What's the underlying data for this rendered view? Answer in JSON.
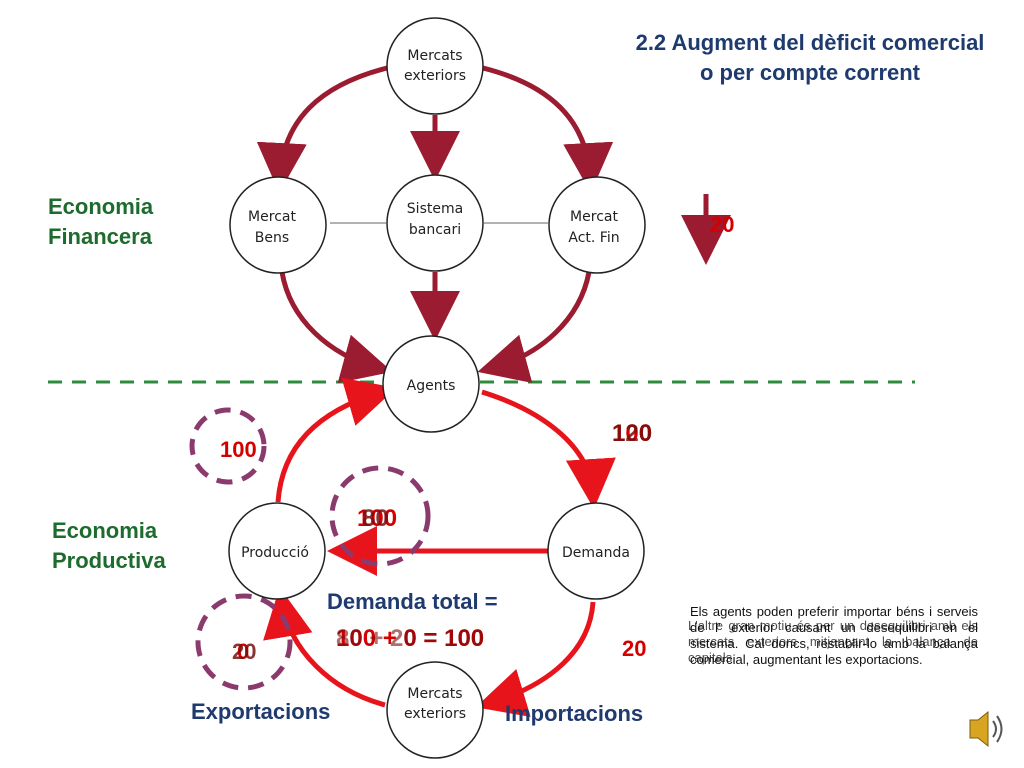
{
  "title": {
    "line1": "2.2 Augment del dèficit comercial",
    "line2": "o per compte corrent"
  },
  "sections": {
    "financial": [
      "Economia",
      "Financera"
    ],
    "productive": [
      "Economia",
      "Productiva"
    ]
  },
  "nodes": {
    "mercats_exteriors_top": [
      "Mercats",
      "exteriors"
    ],
    "mercat_bens": [
      "Mercat",
      "Bens"
    ],
    "sistema_bancari": [
      "Sistema",
      "bancari"
    ],
    "mercat_act_fin": [
      "Mercat",
      "Act. Fin"
    ],
    "agents": [
      "Agents"
    ],
    "produccio": [
      "Producció"
    ],
    "demanda": [
      "Demanda"
    ],
    "mercats_exteriors_bottom": [
      "Mercats",
      "exteriors"
    ]
  },
  "values": {
    "financial_flow": "20",
    "left_top": "100",
    "right_top_a": "100",
    "right_top_b": "120",
    "middle_a": "100",
    "middle_b": "80",
    "left_bottom_a": "0",
    "left_bottom_b": "20",
    "importacions_value": "20"
  },
  "demanda_total": {
    "label": "Demanda total =",
    "eq_a": "100 + 0 = 100",
    "eq_b": "80 + 20 = 100"
  },
  "flow_labels": {
    "exportacions": "Exportacions",
    "importacions": "Importacions"
  },
  "explanation": {
    "text_a": "Els agents poden preferir importar béns i serveis de l' exterior causant un desequilibri en el sistema. Cal doncs, restablir-lo amb la balança comercial, augmentant les exportacions.",
    "text_b": "L'altre gran motiu és per un desequilibri amb els mercats exteriors mitjançant la balança de capitals."
  },
  "colors": {
    "dark_arrow": "#9b1b30",
    "red_arrow": "#e8141b",
    "dashed_line": "#2e8b3d",
    "dashed_circle": "#8b3a6e",
    "title": "#1e3a6e",
    "section_label": "#1e6b2e"
  },
  "icons": [
    "speaker-icon"
  ]
}
